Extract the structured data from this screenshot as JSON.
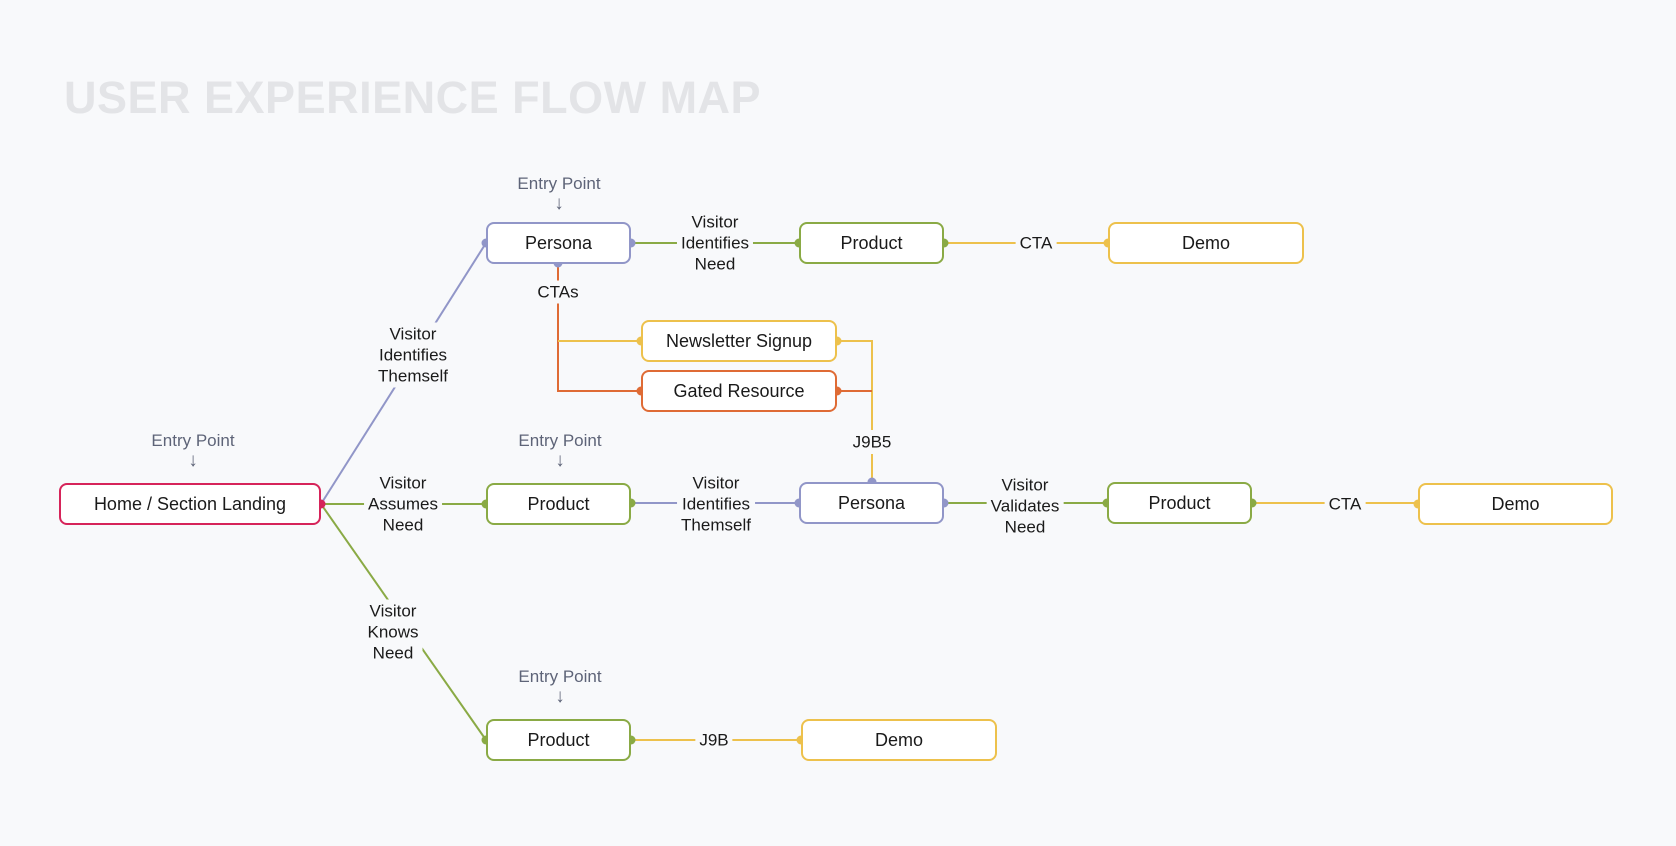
{
  "title": "USER EXPERIENCE FLOW MAP",
  "colors": {
    "pink": "#d6245a",
    "purple": "#9196c8",
    "green": "#8aaa45",
    "yellow": "#edc14c",
    "orange": "#df6b35"
  },
  "entry_point": {
    "label": "Entry Point",
    "arrow": "↓"
  },
  "nodes": {
    "home": {
      "label": "Home / Section Landing"
    },
    "persona_top": {
      "label": "Persona"
    },
    "product_top": {
      "label": "Product"
    },
    "demo_top": {
      "label": "Demo"
    },
    "newsletter": {
      "label": "Newsletter Signup"
    },
    "gated": {
      "label": "Gated Resource"
    },
    "product_mid": {
      "label": "Product"
    },
    "persona_mid": {
      "label": "Persona"
    },
    "product_mid2": {
      "label": "Product"
    },
    "demo_mid": {
      "label": "Demo"
    },
    "product_bottom": {
      "label": "Product"
    },
    "demo_bottom": {
      "label": "Demo"
    }
  },
  "labels": {
    "identifies_themself_1": [
      "Visitor",
      "Identifies",
      "Themself"
    ],
    "assumes_need": [
      "Visitor",
      "Assumes",
      "Need"
    ],
    "knows_need": [
      "Visitor",
      "Knows",
      "Need"
    ],
    "identifies_need": [
      "Visitor",
      "Identifies",
      "Need"
    ],
    "cta_top": [
      "CTA"
    ],
    "ctas": [
      "CTAs"
    ],
    "j9b5": [
      "J9B5"
    ],
    "identifies_themself_2": [
      "Visitor",
      "Identifies",
      "Themself"
    ],
    "validates_need": [
      "Visitor",
      "Validates",
      "Need"
    ],
    "cta_mid": [
      "CTA"
    ],
    "j9b": [
      "J9B"
    ]
  }
}
